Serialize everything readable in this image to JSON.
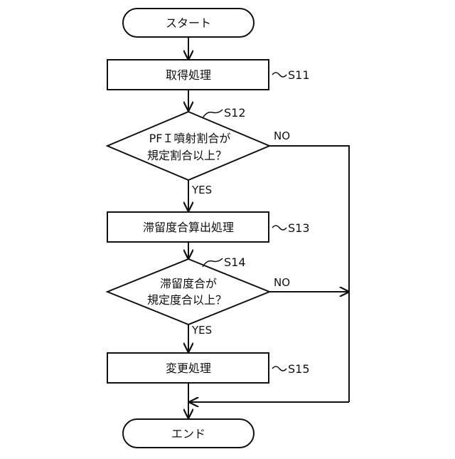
{
  "flowchart": {
    "start": "スタート",
    "end": "エンド",
    "s11": {
      "text": "取得処理",
      "step": "S11"
    },
    "s12": {
      "line1": "PFＩ噴射割合が",
      "line2": "規定割合以上？",
      "step": "S12",
      "yes": "YES",
      "no": "NO"
    },
    "s13": {
      "text": "滞留度合算出処理",
      "step": "S13"
    },
    "s14": {
      "line1": "滞留度合が",
      "line2": "規定度合以上？",
      "step": "S14",
      "yes": "YES",
      "no": "NO"
    },
    "s15": {
      "text": "変更処理",
      "step": "S15"
    }
  },
  "colors": {
    "stroke": "#111111",
    "background": "#ffffff"
  }
}
